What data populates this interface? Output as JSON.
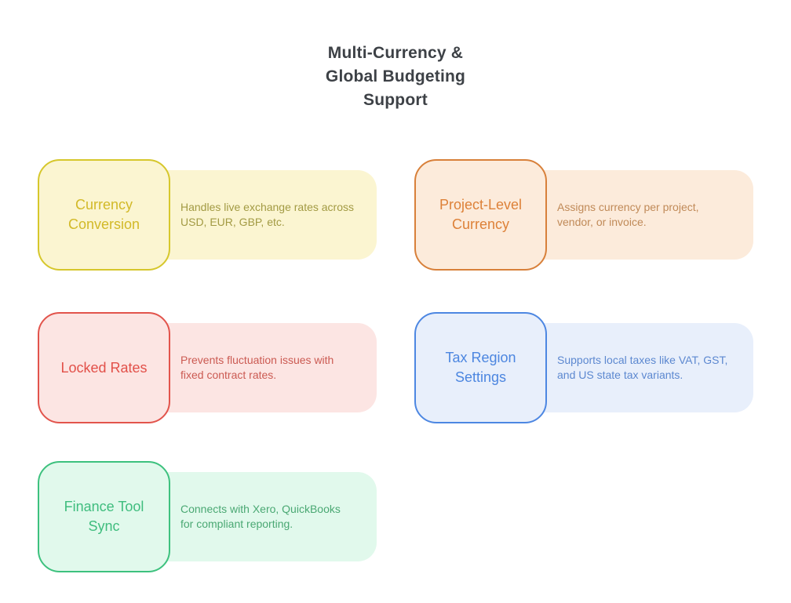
{
  "page": {
    "background": "#ffffff",
    "title": {
      "text": "Multi-Currency & Global Budgeting Support",
      "lines": [
        "Multi-Currency &",
        "Global Budgeting",
        "Support"
      ],
      "color": "#3d4146"
    }
  },
  "cards": [
    {
      "id": "currency-conversion",
      "title": "Currency Conversion",
      "title_lines": [
        "Currency",
        "Conversion"
      ],
      "description": "Handles live exchange rates across USD, EUR, GBP, etc.",
      "description_lines": [
        "Handles live exchange rates across",
        "USD, EUR, GBP, etc."
      ],
      "colors": {
        "accent": "#d6c72c",
        "title_text": "#d2b928",
        "fill": "#fbf5d1",
        "description_text": "#a29a43"
      }
    },
    {
      "id": "project-level-currency",
      "title": "Project-Level Currency",
      "title_lines": [
        "Project-Level",
        "Currency"
      ],
      "description": "Assigns currency per project, vendor, or invoice.",
      "description_lines": [
        "Assigns currency per project,",
        "vendor, or invoice."
      ],
      "colors": {
        "accent": "#d8803a",
        "title_text": "#dd8138",
        "fill": "#fcebdb",
        "description_text": "#c08a58"
      }
    },
    {
      "id": "locked-rates",
      "title": "Locked Rates",
      "title_lines": [
        "Locked Rates"
      ],
      "description": "Prevents fluctuation issues with fixed contract rates.",
      "description_lines": [
        "Prevents fluctuation issues with",
        "fixed contract rates."
      ],
      "colors": {
        "accent": "#e2544c",
        "title_text": "#e25049",
        "fill": "#fce5e3",
        "description_text": "#cb5a52"
      }
    },
    {
      "id": "tax-region-settings",
      "title": "Tax Region Settings",
      "title_lines": [
        "Tax Region",
        "Settings"
      ],
      "description": "Supports local taxes like VAT, GST, and US state tax variants.",
      "description_lines": [
        "Supports local taxes like VAT, GST,",
        "and US state tax variants."
      ],
      "colors": {
        "accent": "#4d87e2",
        "title_text": "#4c86e0",
        "fill": "#e8effb",
        "description_text": "#5c88d0"
      }
    },
    {
      "id": "finance-tool-sync",
      "title": "Finance Tool Sync",
      "title_lines": [
        "Finance Tool",
        "Sync"
      ],
      "description": "Connects with Xero, QuickBooks for compliant reporting.",
      "description_lines": [
        "Connects with Xero, QuickBooks",
        "for compliant reporting."
      ],
      "colors": {
        "accent": "#3dc17e",
        "title_text": "#3fbd7e",
        "fill": "#e1f9ec",
        "description_text": "#4aa873"
      }
    }
  ]
}
